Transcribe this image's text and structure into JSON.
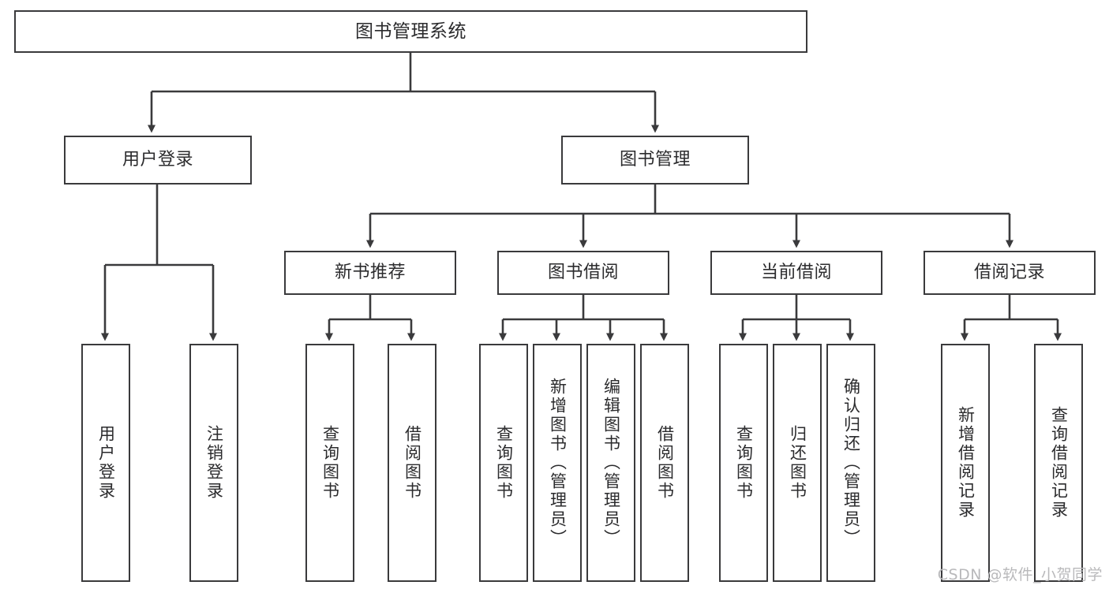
{
  "diagram": {
    "title": "图书管理系统",
    "type": "tree",
    "background_color": "#ffffff",
    "line_color": "#3a3a3c",
    "text_color": "#2b2b2d",
    "border_color": "#3a3a3c"
  },
  "chart_data": {
    "type": "table",
    "title": "图书管理系统",
    "levels": 4,
    "root": "图书管理系统",
    "nodes": [
      {
        "id": "root",
        "label": "图书管理系统",
        "level": 0,
        "parent": null,
        "orientation": "horizontal"
      },
      {
        "id": "login",
        "label": "用户登录",
        "level": 1,
        "parent": "root",
        "orientation": "horizontal"
      },
      {
        "id": "book",
        "label": "图书管理",
        "level": 1,
        "parent": "root",
        "orientation": "horizontal"
      },
      {
        "id": "newrec",
        "label": "新书推荐",
        "level": 2,
        "parent": "book",
        "orientation": "horizontal"
      },
      {
        "id": "borrow",
        "label": "图书借阅",
        "level": 2,
        "parent": "book",
        "orientation": "horizontal"
      },
      {
        "id": "curr",
        "label": "当前借阅",
        "level": 2,
        "parent": "book",
        "orientation": "horizontal"
      },
      {
        "id": "record",
        "label": "借阅记录",
        "level": 2,
        "parent": "book",
        "orientation": "horizontal"
      },
      {
        "id": "l1",
        "label": "用户登录",
        "level": 3,
        "parent": "login",
        "orientation": "vertical"
      },
      {
        "id": "l2",
        "label": "注销登录",
        "level": 3,
        "parent": "login",
        "orientation": "vertical"
      },
      {
        "id": "l3",
        "label": "查询图书",
        "level": 3,
        "parent": "newrec",
        "orientation": "vertical"
      },
      {
        "id": "l4",
        "label": "借阅图书",
        "level": 3,
        "parent": "newrec",
        "orientation": "vertical"
      },
      {
        "id": "l5",
        "label": "查询图书",
        "level": 3,
        "parent": "borrow",
        "orientation": "vertical"
      },
      {
        "id": "l6",
        "label": "新增图书（管理员）",
        "level": 3,
        "parent": "borrow",
        "orientation": "vertical"
      },
      {
        "id": "l7",
        "label": "编辑图书（管理员）",
        "level": 3,
        "parent": "borrow",
        "orientation": "vertical"
      },
      {
        "id": "l8",
        "label": "借阅图书",
        "level": 3,
        "parent": "borrow",
        "orientation": "vertical"
      },
      {
        "id": "l9",
        "label": "查询图书",
        "level": 3,
        "parent": "curr",
        "orientation": "vertical"
      },
      {
        "id": "l10",
        "label": "归还图书",
        "level": 3,
        "parent": "curr",
        "orientation": "vertical"
      },
      {
        "id": "l11",
        "label": "确认归还（管理员）",
        "level": 3,
        "parent": "curr",
        "orientation": "vertical"
      },
      {
        "id": "l12",
        "label": "新增借阅记录",
        "level": 3,
        "parent": "record",
        "orientation": "vertical"
      },
      {
        "id": "l13",
        "label": "查询借阅记录",
        "level": 3,
        "parent": "record",
        "orientation": "vertical"
      }
    ]
  },
  "watermark": {
    "text": "CSDN @软件_小贺同学"
  }
}
